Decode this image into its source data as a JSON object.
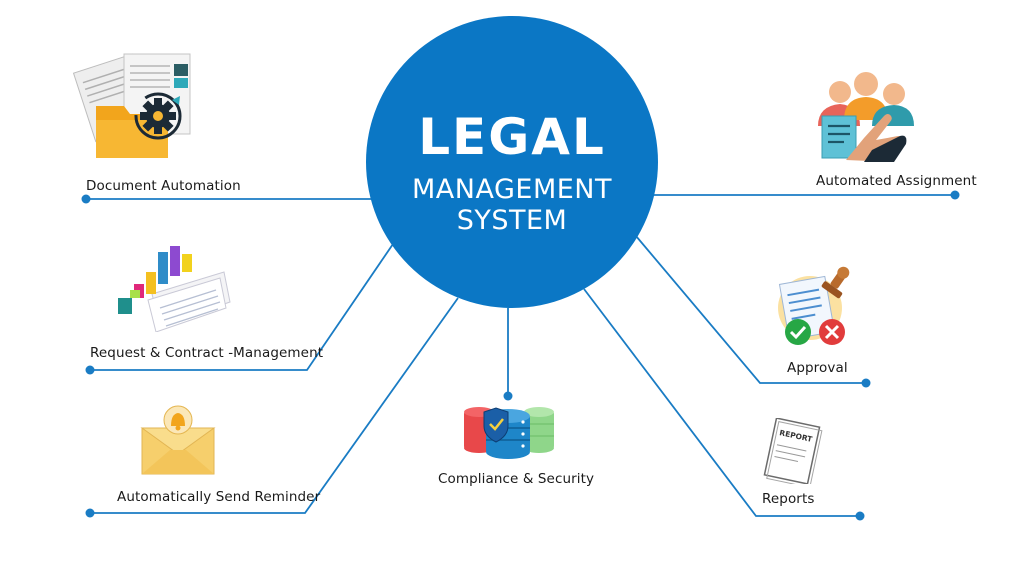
{
  "title": {
    "line1": "LEGAL",
    "line2": "MANAGEMENT SYSTEM"
  },
  "nodes": {
    "document_automation": "Document Automation",
    "request_contract": "Request & Contract -Management",
    "send_reminder": "Automatically Send Reminder",
    "compliance_security": "Compliance & Security",
    "automated_assignment": "Automated Assignment",
    "approval": "Approval",
    "reports": "Reports"
  },
  "icons": {
    "document_automation": "folder-gear-icon",
    "request_contract": "bar-chart-document-icon",
    "send_reminder": "envelope-bell-icon",
    "compliance_security": "database-shield-icon",
    "automated_assignment": "people-pointer-icon",
    "approval": "document-stamp-icon",
    "reports": "report-document-icon",
    "report_doc_text": "REPORT"
  },
  "colors": {
    "primary": "#0b77c5",
    "connector": "#1a7cc4"
  }
}
